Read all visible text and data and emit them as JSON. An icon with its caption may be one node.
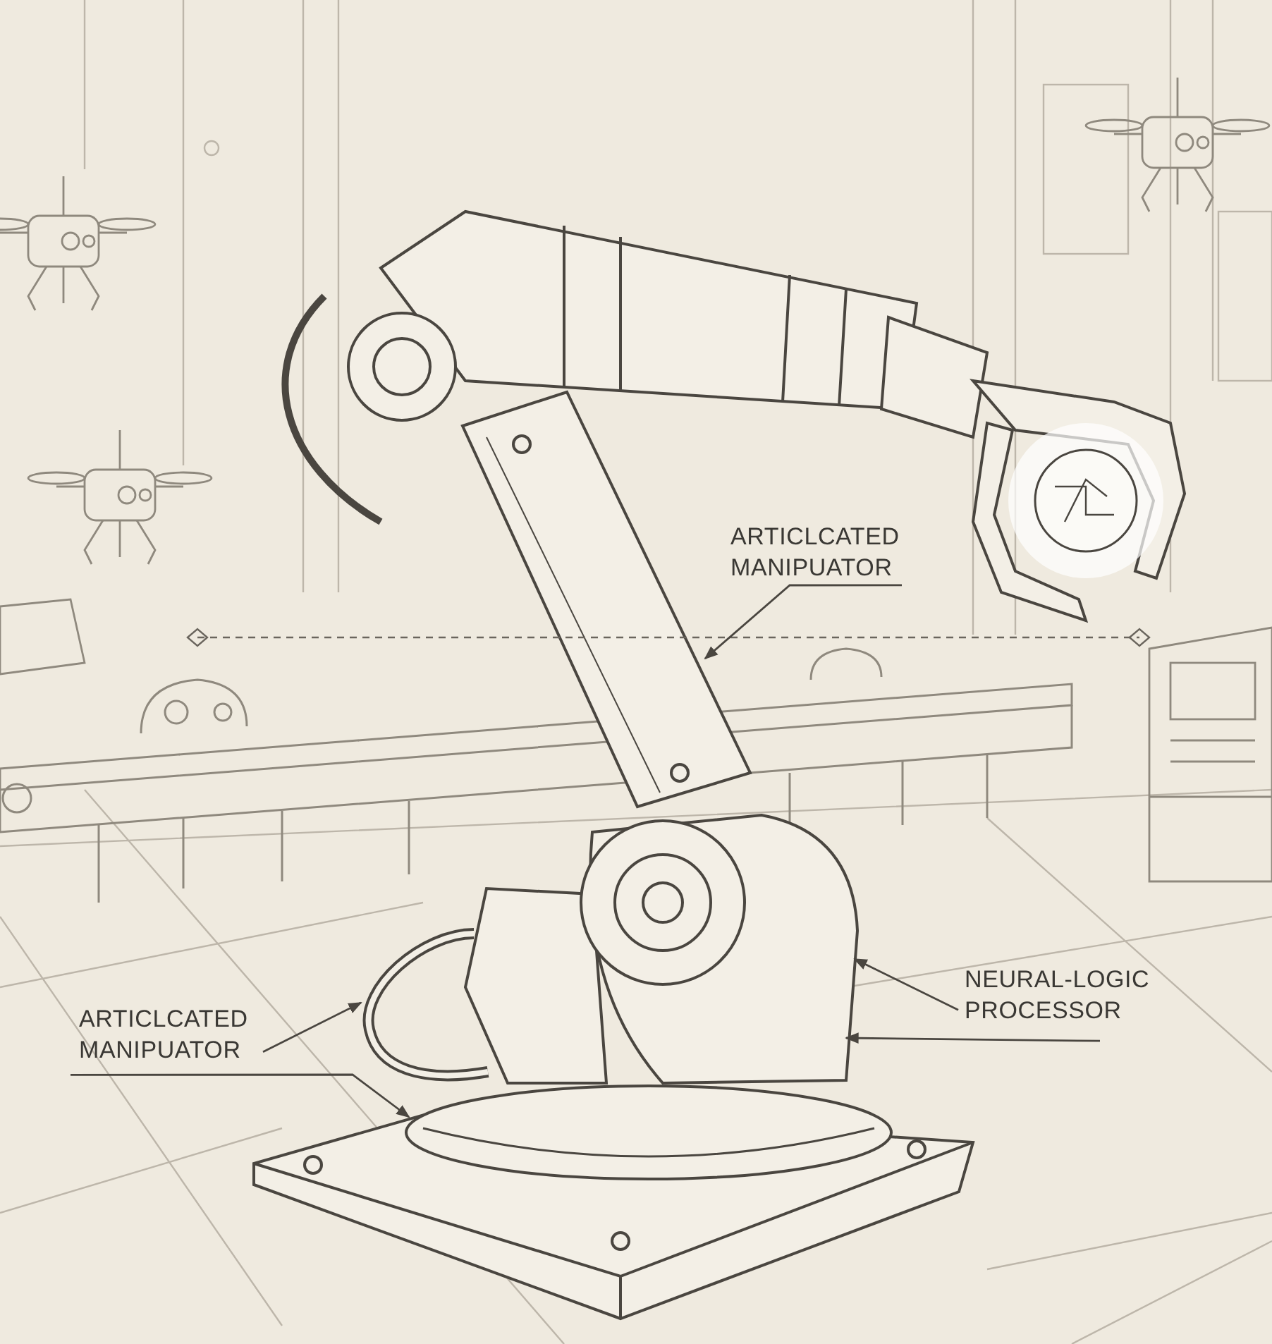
{
  "diagram": {
    "nodes": [
      {
        "text": [
          "ARTICLCATED MANIPUATOR"
        ]
      },
      {
        "text": [
          "ARTICLCATED MANIPUATOR"
        ]
      },
      {
        "text": [
          "NEURAL-LOGIC PROCESSOR"
        ]
      },
      {
        "text": [],
        "shape": "picture"
      },
      {
        "text": [],
        "shape": "picture"
      },
      {
        "text": [],
        "shape": "picture"
      },
      {
        "text": [],
        "shape": "picture"
      }
    ],
    "edges": [
      {
        "from": 0,
        "to": 3,
        "arrow": "to"
      },
      {
        "from": 1,
        "to": 4,
        "arrow": "to"
      },
      {
        "from": 1,
        "to": 5,
        "arrow": "to"
      },
      {
        "from": 2,
        "to": 6,
        "arrow": "to"
      },
      {
        "from": 2,
        "to": 6,
        "arrow": "to"
      }
    ]
  }
}
